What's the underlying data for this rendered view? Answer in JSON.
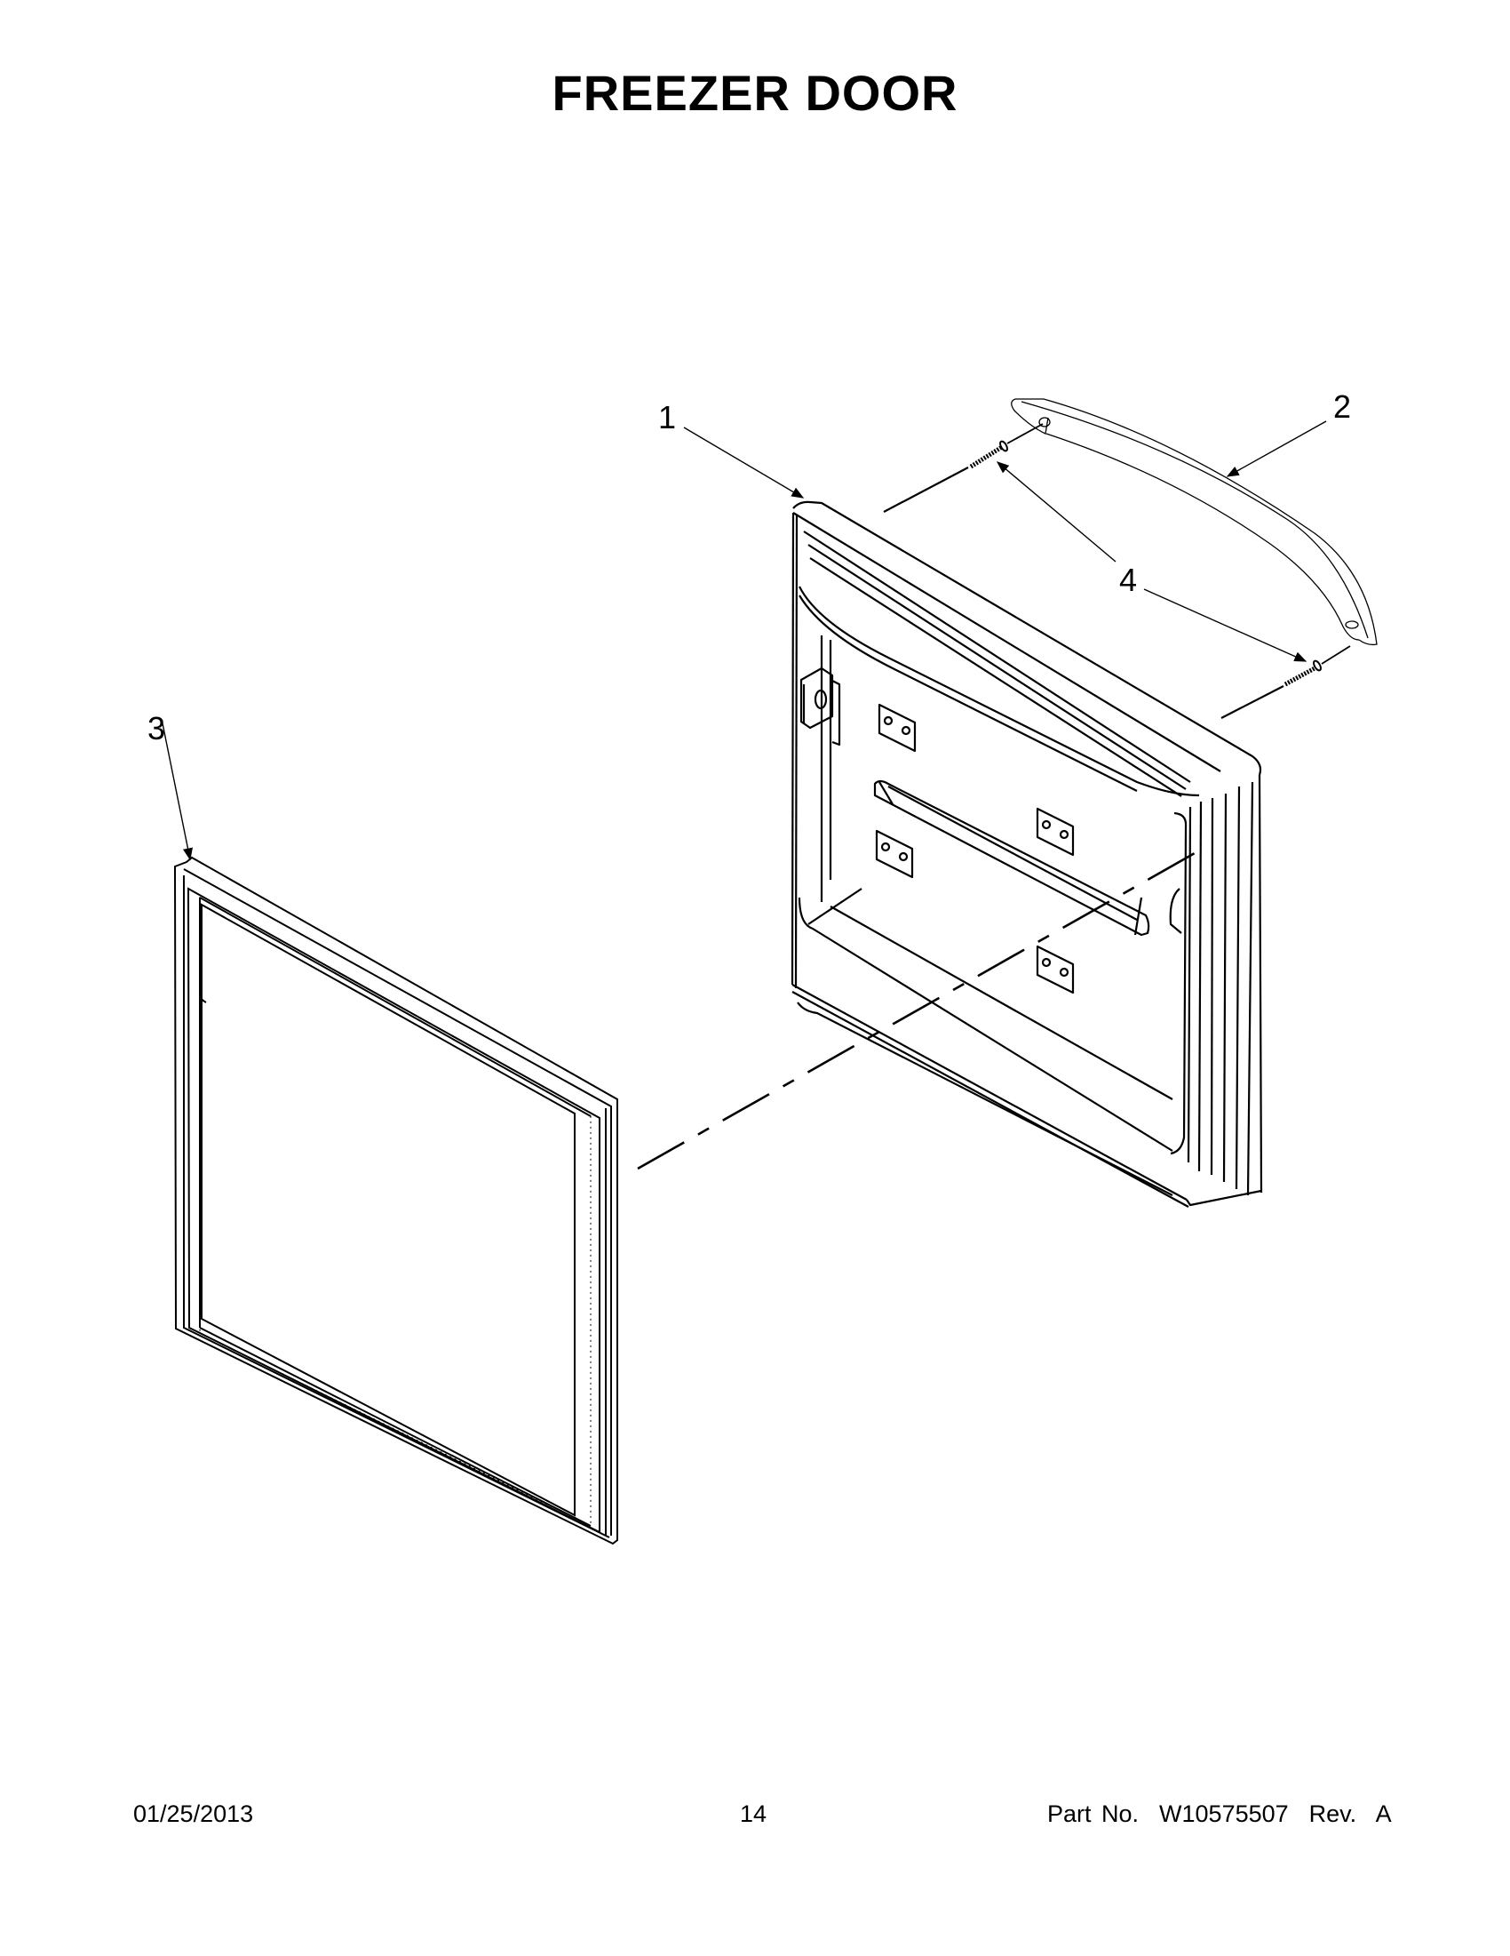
{
  "page": {
    "title": "FREEZER DOOR"
  },
  "diagram": {
    "callouts": [
      {
        "number": "1",
        "part": "freezer-door-assembly"
      },
      {
        "number": "2",
        "part": "door-handle"
      },
      {
        "number": "3",
        "part": "door-gasket"
      },
      {
        "number": "4",
        "part": "handle-screw"
      }
    ],
    "colors": {
      "line": "#000000",
      "background": "#ffffff"
    }
  },
  "footer": {
    "date": "01/25/2013",
    "page_number": "14",
    "part_number": "Part No.  W10575507  Rev.  A"
  }
}
